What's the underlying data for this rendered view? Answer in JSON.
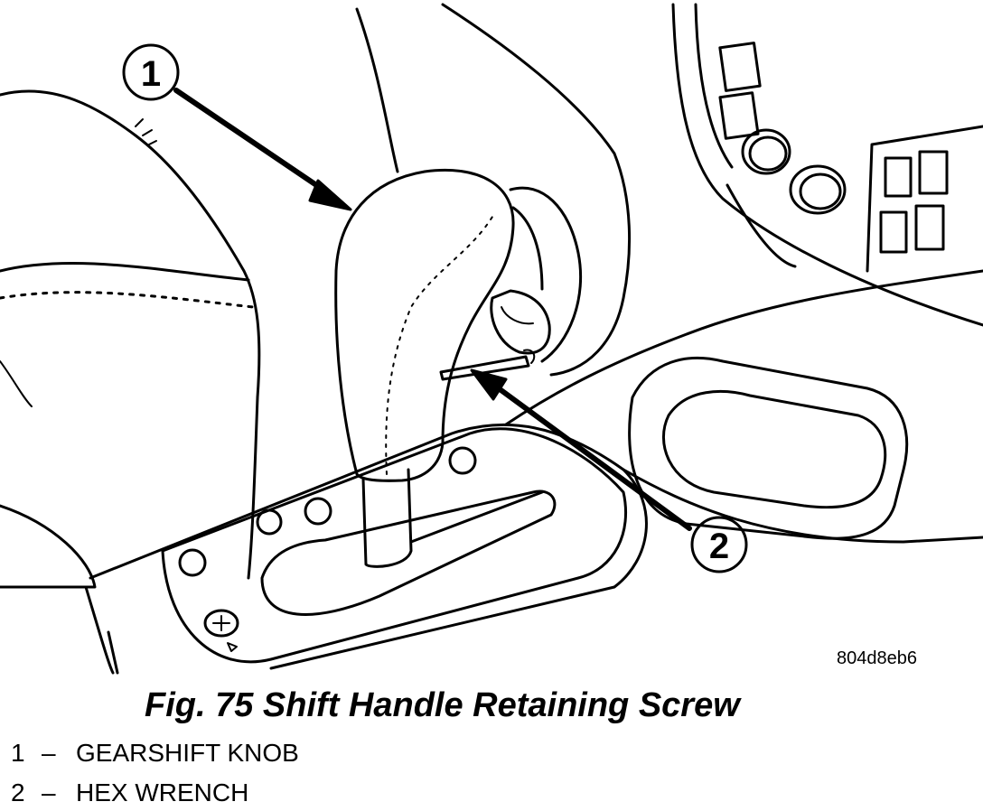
{
  "callouts": [
    {
      "number": "1"
    },
    {
      "number": "2"
    }
  ],
  "image_code": "804d8eb6",
  "figure_title": "Fig. 75 Shift Handle Retaining Screw",
  "legend": [
    {
      "number": "1",
      "dash": "–",
      "label": "GEARSHIFT KNOB"
    },
    {
      "number": "2",
      "dash": "–",
      "label": "HEX WRENCH"
    }
  ],
  "colors": {
    "ink": "#000000",
    "paper": "#ffffff"
  }
}
